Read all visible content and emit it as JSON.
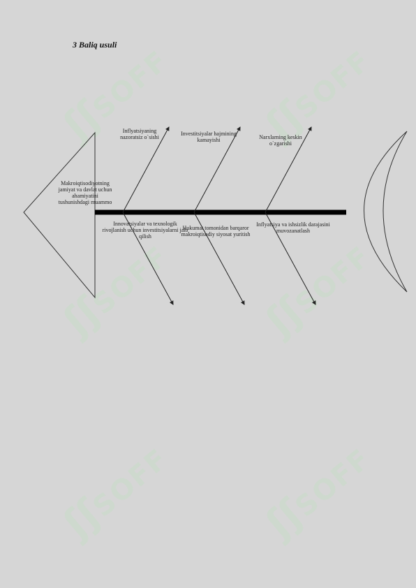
{
  "title": "3 Baliq usuli",
  "head_label": "Makroiqtisodiyotning jamiyat va davlat uchun ahamiyatini tushunishdagi muammo",
  "causes_top": [
    "Inflyatsiyaning nazoratsiz o`sishi",
    "Investitsiyalar hajmining kamayishi",
    "Narxlarning keskin o`zgarishi"
  ],
  "causes_bottom": [
    "Innovatsiyalar va texnologik rivojlanish uchun investitsiyalarni jalb qilish",
    "Hukumat tomonidan barqaror makroiqtisodiy siyosat yuritish",
    "Inflyatsiya va ishsizlik darajasini muvozanatlash"
  ],
  "watermark": "SOFF",
  "colors": {
    "background": "#d6d6d6",
    "spine": "#000000",
    "watermark": "#c9dcc9"
  }
}
